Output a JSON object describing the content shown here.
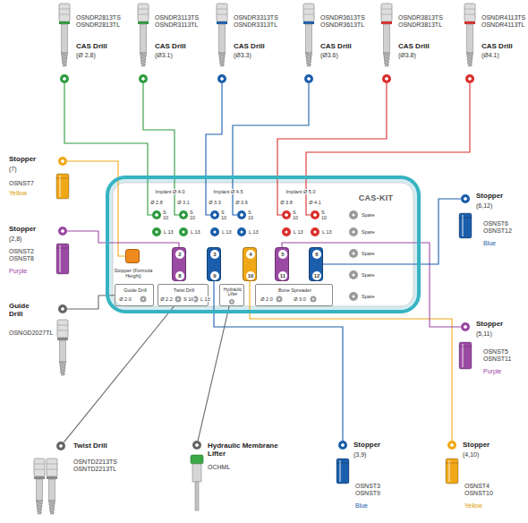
{
  "diagram": {
    "nodes": [
      {
        "text": [
          "OSNDR2813TS OSNDR2813TL",
          "CAS Drill",
          "(Ø 2.8)"
        ]
      },
      {
        "text": [
          "OSNDR3113TS OSNDR3113TL",
          "CAS Drill",
          "(Ø3.1)"
        ]
      },
      {
        "text": [
          "OSNDR3313TS OSNDR3313TL",
          "CAS Drill",
          "(Ø3.3)"
        ]
      },
      {
        "text": [
          "OSNDR3613TS OSNDR3613TL",
          "CAS Drill",
          "(Ø3.6)"
        ]
      },
      {
        "text": [
          "OSNDR3813TS OSNDR3813TL",
          "CAS Drill",
          "(Ø3.8)"
        ]
      },
      {
        "text": [
          "OSNDR4113TS OSNDR4113TL",
          "CAS Drill",
          "(Ø4.1)"
        ]
      },
      {
        "text": [
          "Stopper",
          "(7)",
          "OSNST7",
          "Yellow"
        ]
      },
      {
        "text": [
          "Stopper",
          "(2,8)",
          "OSNST2 OSNST8",
          "Purple"
        ]
      },
      {
        "text": [
          "Guide Drill",
          "OSNGD2027TL"
        ]
      },
      {
        "text": [
          "CAS-KIT"
        ]
      },
      {
        "text": [
          "S 10"
        ],
        "in": 9
      },
      {
        "text": [
          "S 10"
        ],
        "in": 9
      },
      {
        "text": [
          "S 10"
        ],
        "in": 9
      },
      {
        "text": [
          "S 10"
        ],
        "in": 9
      },
      {
        "text": [
          "S 10"
        ],
        "in": 9
      },
      {
        "text": [
          "S 10"
        ],
        "in": 9
      },
      {
        "text": [
          "Stopper (Formula Height)"
        ],
        "in": 9
      },
      {
        "text": [
          "2",
          "8"
        ],
        "in": 9
      },
      {
        "text": [
          "3",
          "9"
        ],
        "in": 9
      },
      {
        "text": [
          "4",
          "10"
        ],
        "in": 9
      },
      {
        "text": [
          "5",
          "11"
        ],
        "in": 9
      },
      {
        "text": [
          "6",
          "12"
        ],
        "in": 9
      },
      {
        "text": [
          "Guide Drill"
        ],
        "in": 9
      },
      {
        "text": [
          "Twist Drill"
        ],
        "in": 9
      },
      {
        "text": [
          "Hydraulic Lifter"
        ],
        "in": 9
      },
      {
        "text": [
          "Bone Spreader"
        ],
        "in": 9
      },
      {
        "text": [
          "Stopper",
          "(6,12)",
          "OSNST6 OSNST12",
          "Blue"
        ]
      },
      {
        "text": [
          "Stopper",
          "(5,11)",
          "OSNST5 OSNST11",
          "Purple"
        ]
      },
      {
        "text": [
          "Twist Drill",
          "OSNTD2213TS OSNTD2213TL"
        ]
      },
      {
        "text": [
          "Hydraulic Membrane Lifter",
          "OCHML"
        ]
      },
      {
        "text": [
          "Stopper",
          "(3,9)",
          "OSNST3 OSNST9",
          "Blue"
        ]
      },
      {
        "text": [
          "Stopper",
          "(4,10)",
          "OSNST4 OSNST10",
          "Yellow"
        ]
      }
    ],
    "edges": [
      {
        "from": 0,
        "to": 10,
        "arrow": "none"
      },
      {
        "from": 1,
        "to": 11,
        "arrow": "none"
      },
      {
        "from": 2,
        "to": 12,
        "arrow": "none"
      },
      {
        "from": 3,
        "to": 13,
        "arrow": "none"
      },
      {
        "from": 4,
        "to": 14,
        "arrow": "none"
      },
      {
        "from": 5,
        "to": 15,
        "arrow": "none"
      },
      {
        "from": 6,
        "to": 16,
        "arrow": "none"
      },
      {
        "from": 7,
        "to": 17,
        "arrow": "none"
      },
      {
        "from": 8,
        "to": 22,
        "arrow": "none"
      },
      {
        "from": 28,
        "to": 23,
        "arrow": "none"
      },
      {
        "from": 29,
        "to": 24,
        "arrow": "none"
      },
      {
        "from": 30,
        "to": 18,
        "arrow": "none"
      },
      {
        "from": 31,
        "to": 19,
        "arrow": "none"
      },
      {
        "from": 27,
        "to": 20,
        "arrow": "none"
      },
      {
        "from": 26,
        "to": 21,
        "arrow": "none"
      }
    ],
    "labels": [
      "Implant Ø 4.0",
      "Implant Ø 4.5",
      "Implant Ø 5.0",
      "Ø 2.8",
      "Ø 3.1",
      "Ø 3.3",
      "Ø 3.6",
      "Ø 3.8",
      "Ø 4.1",
      "L 13",
      "L 13",
      "L 13",
      "L 13",
      "L 13",
      "L 13",
      "Spare",
      "Spare",
      "Spare",
      "Spare",
      "Spare",
      "Ø 2.0",
      "Ø 2.2",
      "S 10",
      "L 13",
      "Ø 2.0",
      "Ø 3.0"
    ]
  }
}
